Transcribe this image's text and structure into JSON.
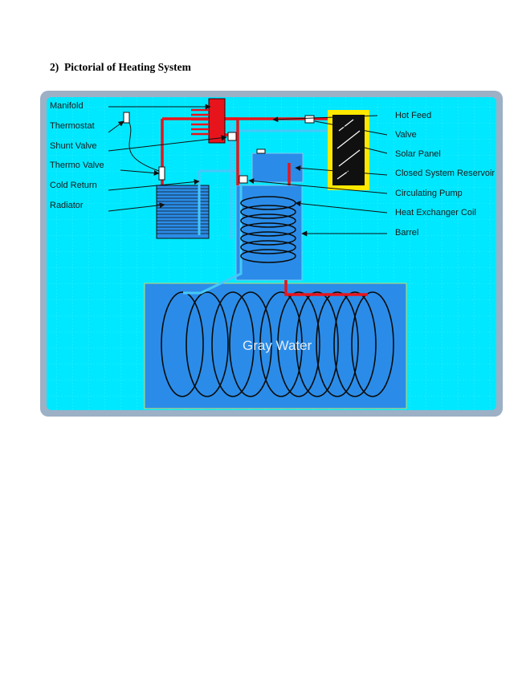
{
  "section": {
    "number": "2)",
    "title": "Pictorial of Heating System"
  },
  "diagram": {
    "left_labels": [
      "Manifold",
      "Thermostat",
      "Shunt Valve",
      "Thermo Valve",
      "Cold Return",
      "Radiator"
    ],
    "right_labels": [
      "Hot Feed",
      "Valve",
      "Solar Panel",
      "Closed System Reservoir",
      "Circulating Pump",
      "Heat Exchanger Coil",
      "Barrel"
    ],
    "gray_water_label": "Gray Water",
    "colors": {
      "background": "#00e8ff",
      "hot_pipe": "#e8141c",
      "cold_pipe": "#46c8f8",
      "tank": "#2a8ce8",
      "solar_frame": "#ffe800",
      "solar_panel": "#101010"
    }
  }
}
